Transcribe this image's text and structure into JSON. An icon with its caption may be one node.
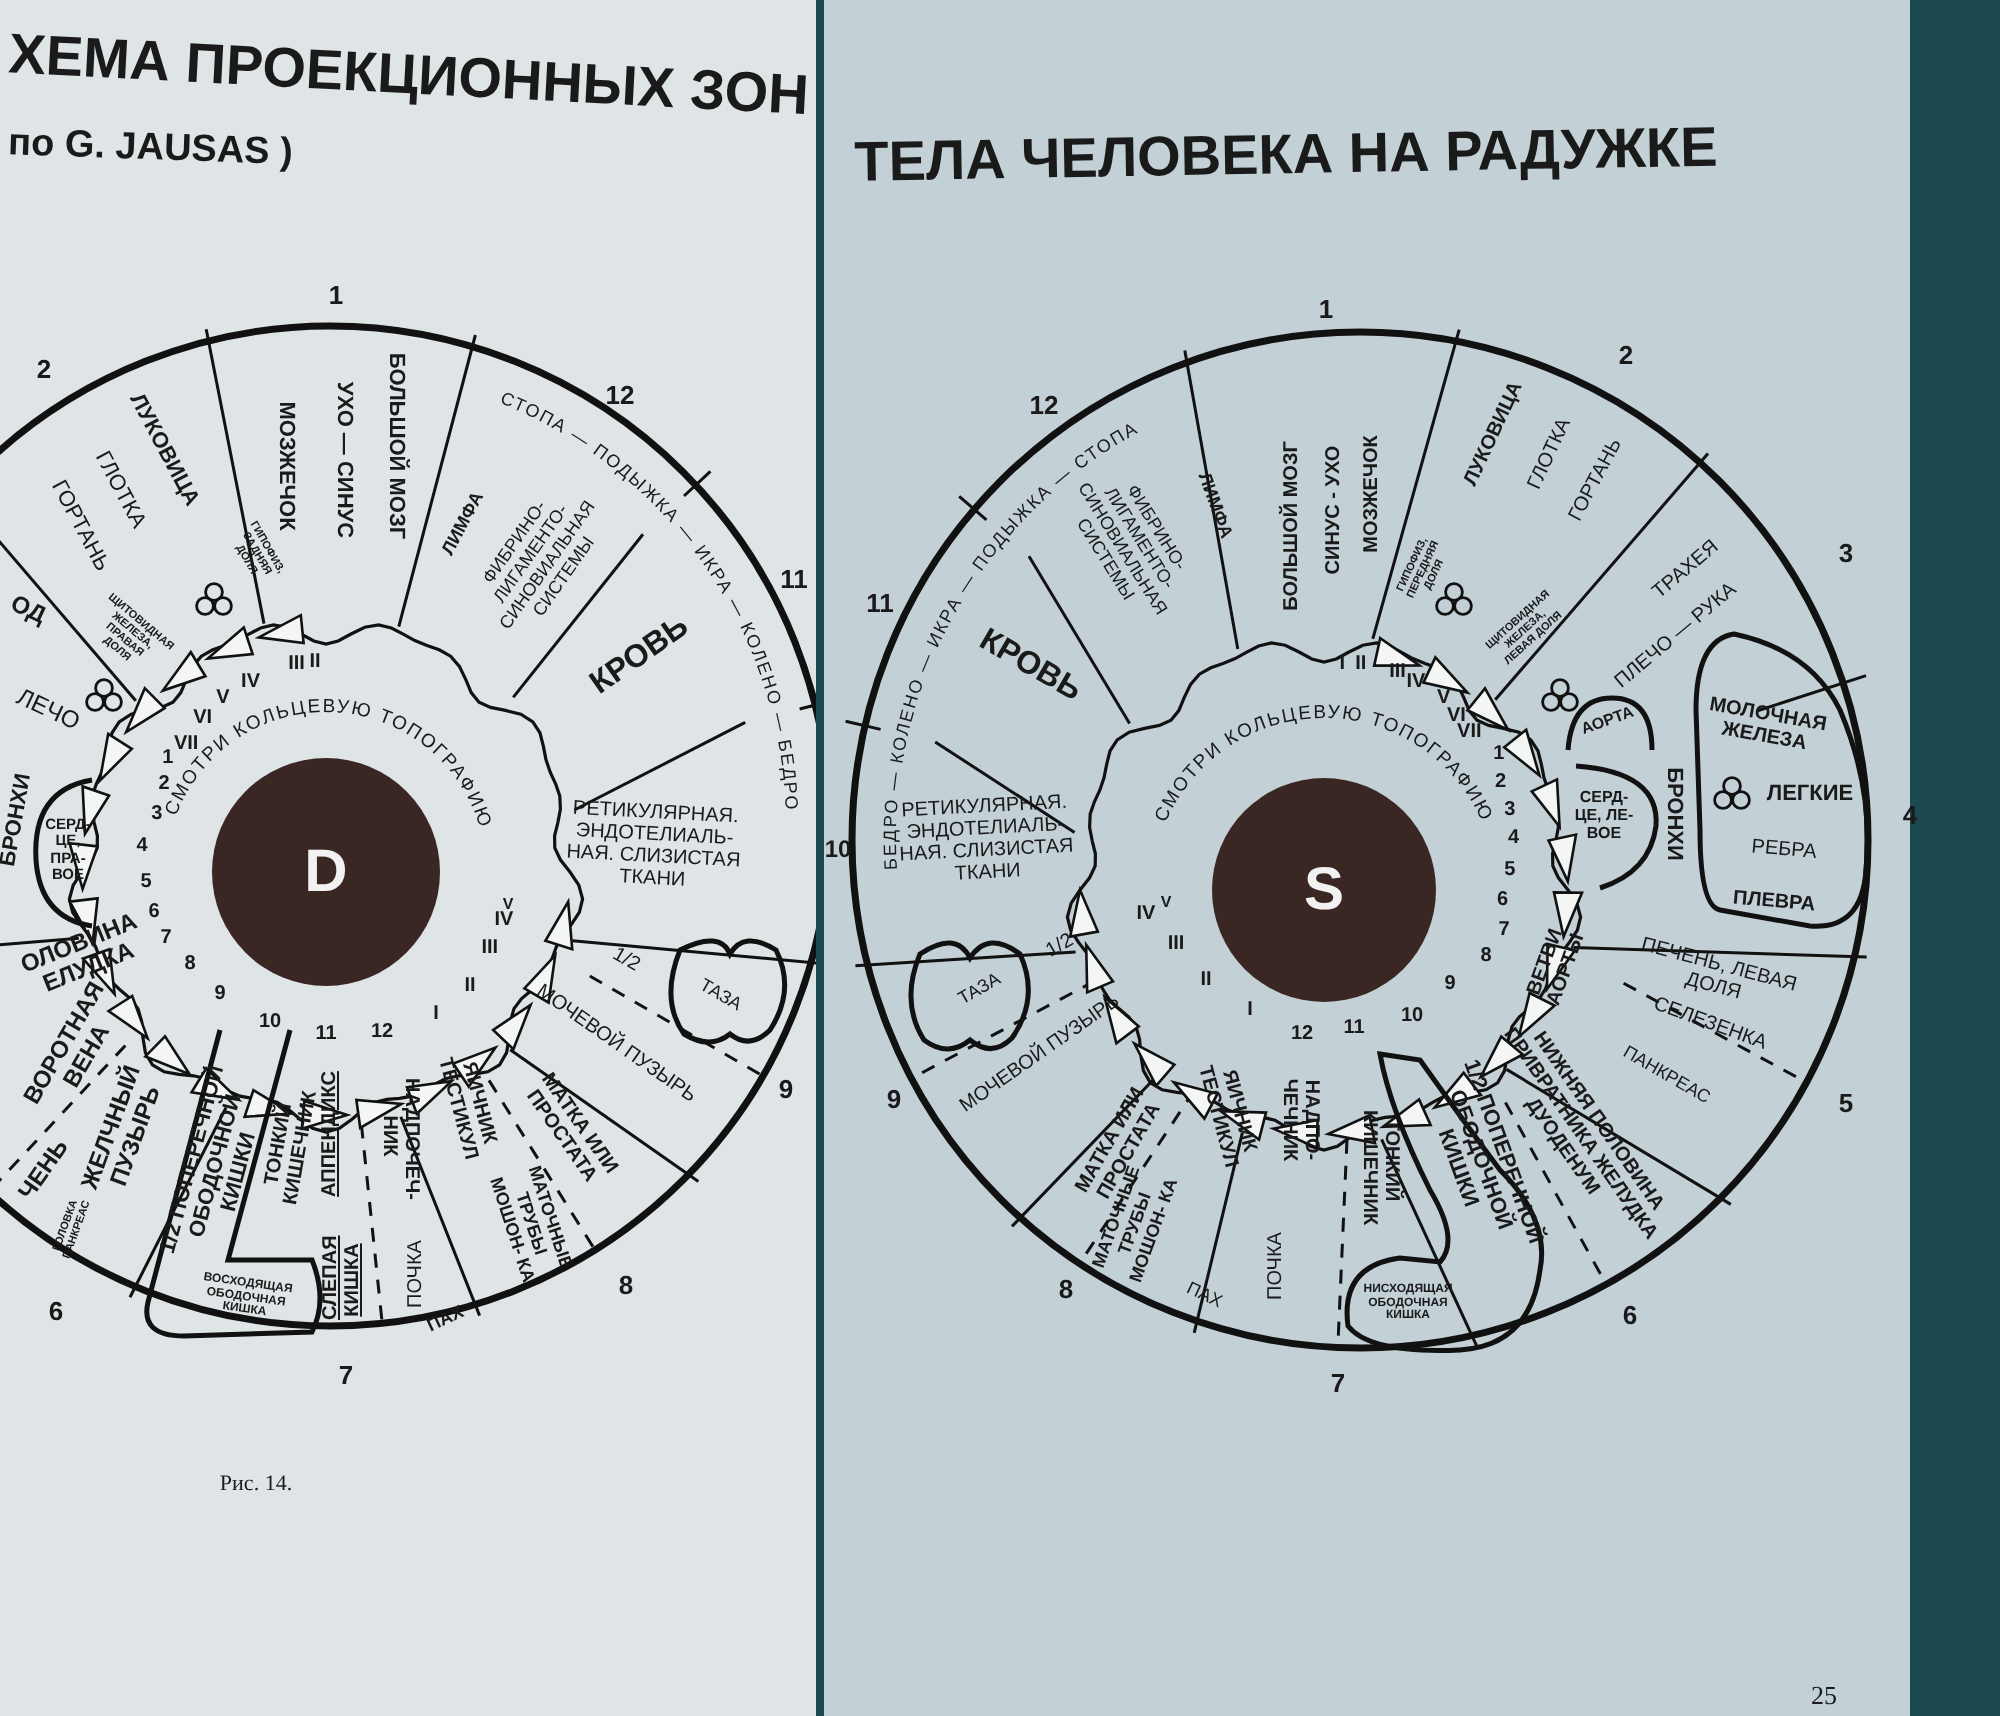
{
  "diagram": {
    "nodes": [
      {
        "text": [
          "D"
        ]
      },
      {
        "text": [
          "ТАЗА"
        ]
      },
      {
        "text": [
          "1/2 ПОПЕРЕЧНОЙ ОБОДОЧНОЙ КИШКИ",
          "ВОСХОДЯЩАЯ ОБОДОЧНАЯ КИШКА"
        ]
      },
      {
        "text": [
          "СЕРД- ЦЕ, ПРА- ВОЕ"
        ]
      },
      {
        "text": [
          "S"
        ]
      },
      {
        "text": [
          "ТАЗА"
        ]
      },
      {
        "text": [
          "АОРТА"
        ]
      },
      {
        "text": [
          "СЕРД- ЦЕ, ЛЕ- ВОЕ"
        ]
      },
      {
        "text": [
          "МОЛОЧНАЯ ЖЕЛЕЗА",
          "ЛЕГКИЕ",
          "РЕБРА",
          "ПЛЕВРА"
        ]
      },
      {
        "text": [
          "1/2 ПОПЕРЕЧНОЙ ОБОДОЧНОЙ КИШКИ",
          "НИСХОДЯЩАЯ ОБОДОЧНАЯ КИШКА"
        ]
      }
    ],
    "labels": [
      "ХЕМА ПРОЕКЦИОННЫХ ЗОН",
      "по G. JAUSAS )",
      "Рис. 14.",
      "ТЕЛА ЧЕЛОВЕКА НА РАДУЖКЕ",
      "25",
      "1",
      "2",
      "12",
      "11",
      "9",
      "8",
      "7",
      "6",
      "ЛУКОВИЦА",
      "ГЛОТКА",
      "ГОРТАНЬ",
      "ГИПОФИЗ, ЗАДНЯЯ ДОЛЯ",
      "МОЗЖЕЧОК",
      "УХО — СИНУС",
      "БОЛЬШОЙ МОЗГ",
      "ЛИМФА",
      "ФИБРИНО- ЛИГАМЕНТО- СИНОВИАЛЬНАЯ СИСТЕМЫ",
      "СТОПА — ПОДЫЖКА — ИКРА — КОЛЕНО — БЕДРО",
      "КРОВЬ",
      "РЕТИКУЛЯРНАЯ. ЭНДОТЕЛИАЛЬ- НАЯ. СЛИЗИСТАЯ ТКАНИ",
      "1/2",
      "МОЧЕВОЙ ПУЗЫРЬ",
      "МАТКА ИЛИ ПРОСТАТА",
      "МАТОЧНЫЕ ТРУБЫ МОШОН- КА",
      "ЯИЧНИК ТЕСТИКУЛ",
      "ЧЕНЬ",
      "ОЛОВИНА ЕЛУДКА",
      "ГОЛОВКА ПАНКРЕАС",
      "ВОРОТНАЯ ВЕНА",
      "ЖЕЛЧНЫЙ ПУЗЫРЬ",
      "ТОНКИЙ КИШЕЧНИК",
      "АППЕНДИКС",
      "СЛЕПАЯ КИШКА",
      "НАДПОЧЕЧ- НИК",
      "ПОЧКА",
      "ПАХ",
      "ОД",
      "ЛЕЧО",
      "ЩИТОВИДНАЯ ЖЕЛЕЗА, ПРАВАЯ ДОЛЯ",
      "БРОНХИ",
      "СМОТРИ КОЛЬЦЕВУЮ ТОПОГРАФИЮ",
      "III",
      "II",
      "IV",
      "V",
      "VI",
      "VII",
      "1",
      "2",
      "3",
      "4",
      "5",
      "6",
      "7",
      "8",
      "9",
      "10",
      "11",
      "12",
      "I",
      "II",
      "III",
      "IV",
      "V",
      "1",
      "2",
      "3",
      "4",
      "5",
      "6",
      "7",
      "8",
      "9",
      "10",
      "11",
      "12",
      "ЛИМФА",
      "ФИБРИНО- ЛИГАМЕНТО- СИНОВИАЛЬНАЯ СИСТЕМЫ",
      "БОЛЬШОЙ МОЗГ",
      "СИНУС - УХО",
      "МОЗЖЕЧОК",
      "ГИПОФИЗ, ПЕРЕДНЯЯ ДОЛЯ",
      "ЛУКОВИЦА",
      "ГЛОТКА",
      "ГОРТАНЬ",
      "ЩИТОВИДНАЯ ЖЕЛЕЗА, ЛЕВАЯ ДОЛЯ",
      "ТРАХЕЯ",
      "ПЛЕЧО — РУКА",
      "БРОНХИ",
      "ВЕТВИ АОРТЫ",
      "ПЕЧЕНЬ, ЛЕВАЯ ДОЛЯ",
      "СЕЛЕЗЕНКА",
      "ПАНКРЕАС",
      "МОЧЕВОЙ ПУЗЫРЬ",
      "МАТКА ИЛИ ПРОСТАТА",
      "МАТОЧНЫЕ ТРУБЫ МОШОН- КА",
      "ПАХ",
      "ЯИЧНИК ТЕСТИКУЛ",
      "ПОЧКА",
      "НАДПО- ЧЕЧНИК",
      "ТОНКИЙ КИШЕЧНИК",
      "НИЖНЯЯ ПОЛОВИНА ПРИВРАТНИКА ЖЕЛУДКА ДУОДЕНУМ",
      "1/2",
      "РЕТИКУЛЯРНАЯ. ЭНДОТЕЛИАЛЬ- НАЯ. СЛИЗИСТАЯ ТКАНИ",
      "КРОВЬ",
      "БЕДРО — КОЛЕНО — ИКРА — ПОДЫЖКА — СТОПА",
      "СМОТРИ КОЛЬЦЕВУЮ ТОПОГРАФИЮ",
      "I",
      "II",
      "III",
      "IV",
      "V",
      "VI",
      "VII",
      "1",
      "2",
      "3",
      "4",
      "5",
      "6",
      "7",
      "8",
      "9",
      "10",
      "11",
      "12",
      "I",
      "II",
      "III",
      "IV",
      "V"
    ]
  }
}
